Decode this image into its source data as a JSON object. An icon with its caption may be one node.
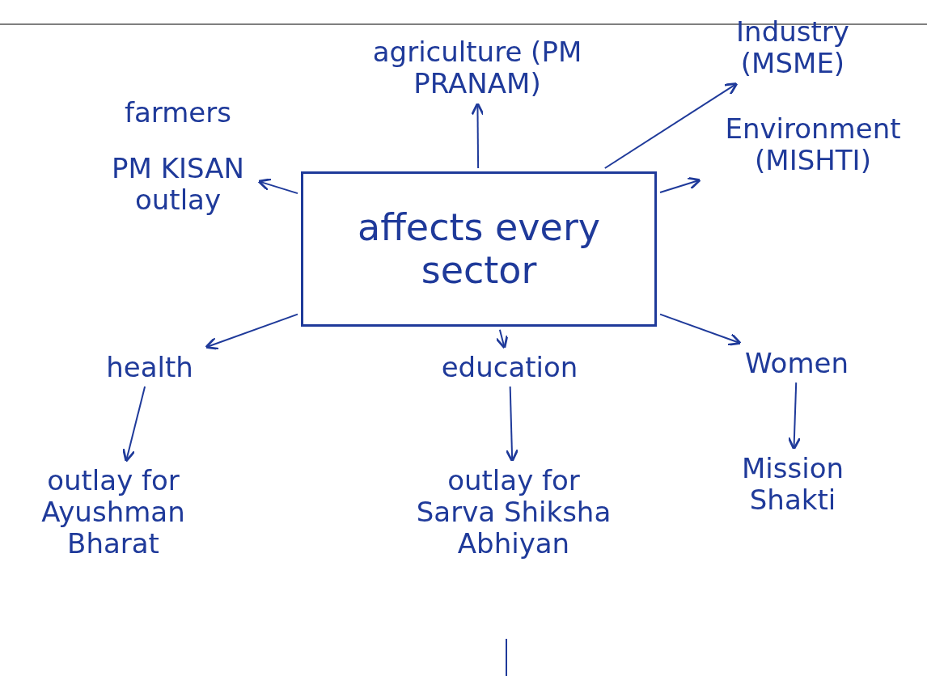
{
  "diagram": {
    "nodes": [
      {
        "text": [
          "affects every sector"
        ]
      },
      {
        "text": [
          "farmers",
          "PM KISAN outlay"
        ]
      },
      {
        "text": [
          "agriculture (PM PRANAM)"
        ]
      },
      {
        "text": [
          "Industry (MSME)"
        ]
      },
      {
        "text": [
          "Environment (MISHTI)"
        ]
      },
      {
        "text": [
          "health"
        ]
      },
      {
        "text": [
          "outlay for Ayushman Bharat"
        ]
      },
      {
        "text": [
          "education"
        ]
      },
      {
        "text": [
          "outlay for Sarva Shiksha Abhiyan"
        ]
      },
      {
        "text": [
          "Women"
        ]
      },
      {
        "text": [
          "Mission Shakti"
        ]
      }
    ],
    "edges": [
      {
        "from": 0,
        "to": 1,
        "arrow": "to"
      },
      {
        "from": 0,
        "to": 2,
        "arrow": "to"
      },
      {
        "from": 0,
        "to": 3,
        "arrow": "to"
      },
      {
        "from": 0,
        "to": 4,
        "arrow": "to"
      },
      {
        "from": 0,
        "to": 5,
        "arrow": "to"
      },
      {
        "from": 0,
        "to": 7,
        "arrow": "to"
      },
      {
        "from": 0,
        "to": 9,
        "arrow": "to"
      },
      {
        "from": 5,
        "to": 6,
        "arrow": "to"
      },
      {
        "from": 7,
        "to": 8,
        "arrow": "to"
      },
      {
        "from": 9,
        "to": 10,
        "arrow": "to"
      }
    ]
  }
}
